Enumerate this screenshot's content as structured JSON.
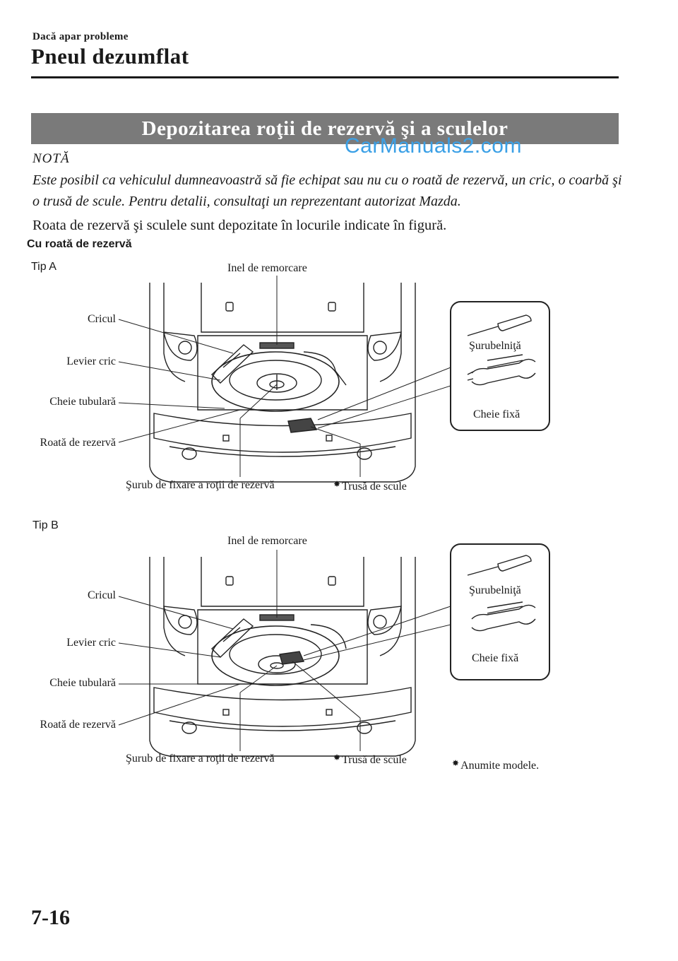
{
  "header": {
    "section": "Dacă apar probleme",
    "title": "Pneul dezumflat"
  },
  "banner": "Depozitarea roţii de rezervă şi a sculelor",
  "watermark": "CarManuals2.com",
  "note": {
    "label": "NOTĂ",
    "text": "Este posibil ca vehiculul dumneavoastră să fie echipat sau nu cu o roată de rezervă, un cric, o coarbă şi o trusă de scule. Pentru detalii, consultaţi un reprezentant autorizat Mazda."
  },
  "body": "Roata de rezervă şi sculele sunt depozitate în locurile indicate în figură.",
  "subheading": "Cu roată de rezervă",
  "figures": [
    {
      "tip": "Tip A",
      "labels": {
        "towing_eye": "Inel de remorcare",
        "jack": "Cricul",
        "jack_lever": "Levier cric",
        "lug_wrench": "Cheie tubulară",
        "spare_tire": "Roată de rezervă",
        "spare_bolt": "Şurub de fixare a roţii de rezervă",
        "tool_kit": "Trusă de scule",
        "screwdriver": "Şurubelniţă",
        "wrench": "Cheie fixă"
      }
    },
    {
      "tip": "Tip B",
      "labels": {
        "towing_eye": "Inel de remorcare",
        "jack": "Cricul",
        "jack_lever": "Levier cric",
        "lug_wrench": "Cheie tubulară",
        "spare_tire": "Roată de rezervă",
        "spare_bolt": "Şurub de fixare a roţii de rezervă",
        "tool_kit": "Trusă de scule",
        "screwdriver": "Şurubelniţă",
        "wrench": "Cheie fixă"
      }
    }
  ],
  "footnote": "Anumite modele.",
  "page_number": "7-16",
  "star_symbol": "✸"
}
